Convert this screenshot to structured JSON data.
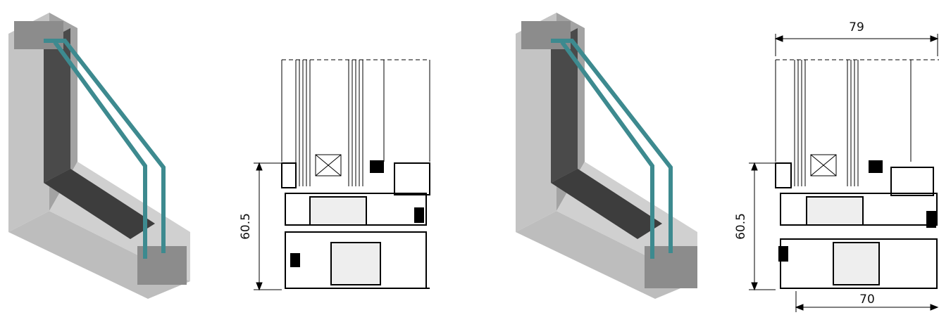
{
  "colors": {
    "frame_light": "#c9c9c9",
    "frame_mid": "#a9a9a9",
    "frame_dark": "#6f6f6f",
    "gasket": "#2b2b2b",
    "glass_edge": "#3d8a8f",
    "line": "#000000"
  },
  "views": [
    {
      "kind": "render-3d"
    },
    {
      "kind": "section",
      "dimensions": {
        "height": "60.5"
      }
    },
    {
      "kind": "render-3d"
    },
    {
      "kind": "section",
      "dimensions": {
        "height": "60.5",
        "top_width": "79",
        "bottom_width": "70"
      }
    }
  ]
}
